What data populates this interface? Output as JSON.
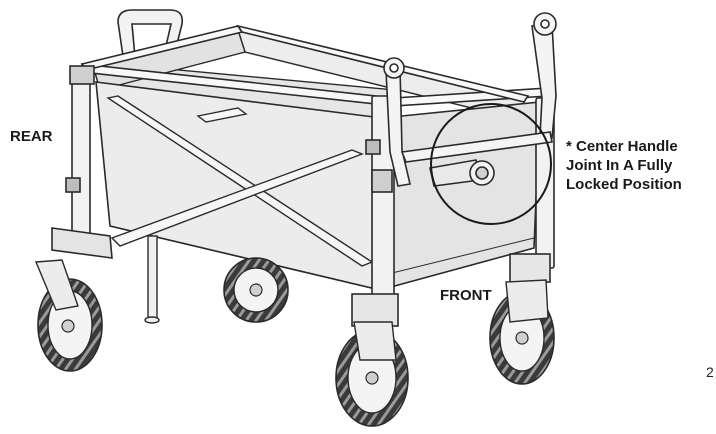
{
  "labels": {
    "rear": "REAR",
    "front": "FRONT",
    "callout_line1": "* Center Handle",
    "callout_line2": "Joint In A Fully",
    "callout_line3": "Locked Position",
    "edge_mark": "2"
  },
  "colors": {
    "line": "#2a2a2a",
    "fabric": "#ececec",
    "fabric_shadow": "#d9d9d9",
    "frame": "#f4f4f4",
    "tire": "#3a3a3a"
  }
}
